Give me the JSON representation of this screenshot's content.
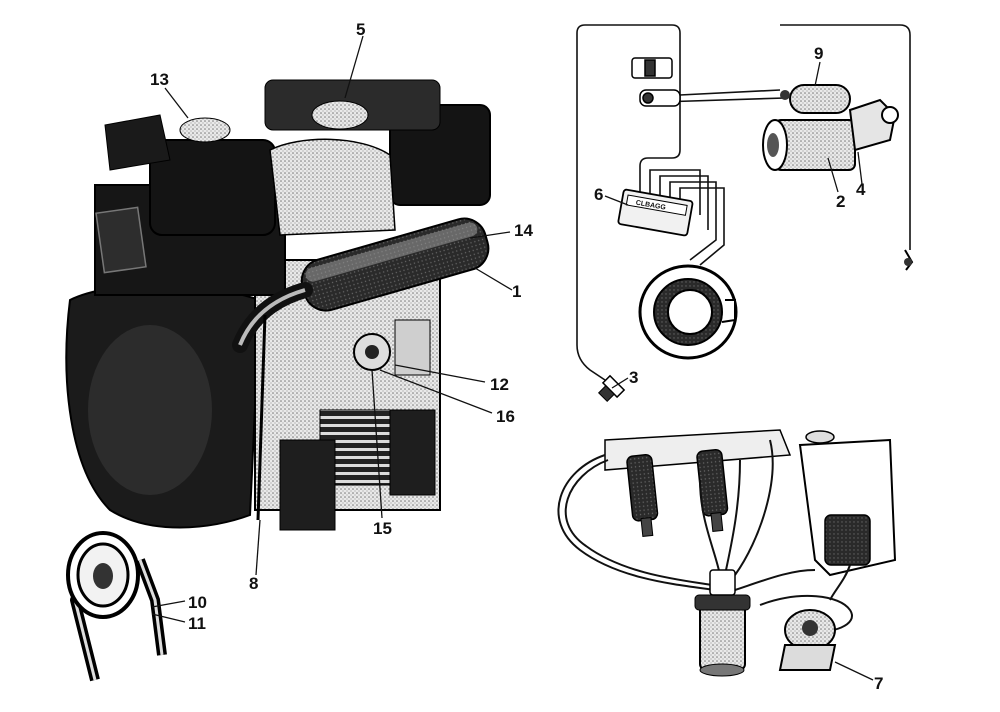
{
  "diagram": {
    "callouts": [
      {
        "id": "c1",
        "label": "1"
      },
      {
        "id": "c2",
        "label": "2"
      },
      {
        "id": "c3",
        "label": "3"
      },
      {
        "id": "c4",
        "label": "4"
      },
      {
        "id": "c5",
        "label": "5"
      },
      {
        "id": "c6",
        "label": "6"
      },
      {
        "id": "c7",
        "label": "7"
      },
      {
        "id": "c8",
        "label": "8"
      },
      {
        "id": "c9",
        "label": "9"
      },
      {
        "id": "c10",
        "label": "10"
      },
      {
        "id": "c11",
        "label": "11"
      },
      {
        "id": "c12",
        "label": "12"
      },
      {
        "id": "c13",
        "label": "13"
      },
      {
        "id": "c14",
        "label": "14"
      },
      {
        "id": "c15",
        "label": "15"
      },
      {
        "id": "c16",
        "label": "16"
      }
    ],
    "regulator_label": "CLBAGG",
    "colors": {
      "ink": "#111111",
      "shade": "#555555",
      "light": "#bdbdbd",
      "paper": "#ffffff"
    }
  }
}
